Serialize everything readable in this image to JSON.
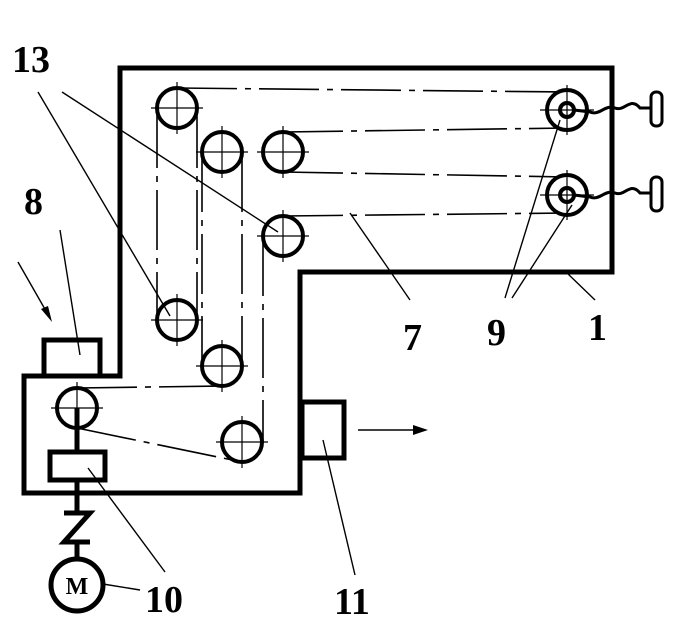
{
  "labels": {
    "belt_pulleys": "13",
    "input_unit": "8",
    "chain": "7",
    "end_pulleys": "9",
    "housing": "1",
    "drive_unit": "10",
    "output_unit": "11",
    "motor": "M"
  }
}
